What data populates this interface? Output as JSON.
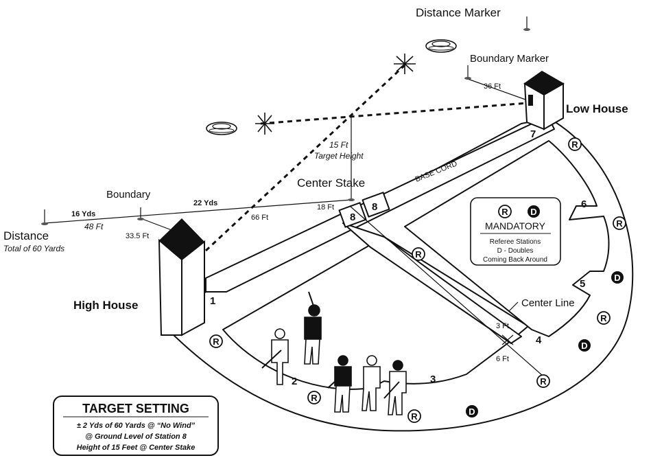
{
  "labels": {
    "distance_marker": "Distance Marker",
    "boundary_marker": "Boundary Marker",
    "low_house": "Low House",
    "high_house": "High House",
    "center_stake": "Center Stake",
    "base_cord": "BASE CORD",
    "boundary": "Boundary",
    "distance": "Distance",
    "total_60": "Total of 60 Yards",
    "center_line": "Center Line"
  },
  "measures": {
    "m36ft": "36 Ft",
    "m15ft": "15 Ft",
    "target_height": "Target Height",
    "m18ft": "18 Ft",
    "m16yds": "16 Yds",
    "m48ft": "48 Ft",
    "m22yds": "22 Yds",
    "m66ft": "66 Ft",
    "m33_5ft": "33.5 Ft",
    "m3ft": "3 Ft",
    "m6ft": "6 Ft"
  },
  "stations": [
    "1",
    "2",
    "3",
    "4",
    "5",
    "6",
    "7",
    "8",
    "8"
  ],
  "legend": {
    "r_symbol": "R",
    "d_symbol": "D",
    "title": "MANDATORY",
    "line1": "Referee Stations",
    "line2": "D - Doubles",
    "line3": "Coming Back Around"
  },
  "target_setting": {
    "title": "TARGET SETTING",
    "line1": "± 2 Yds of 60 Yards @ “No Wind”",
    "line2": "@ Ground Level of Station 8",
    "line3": "Height of 15 Feet @ Center Stake"
  }
}
